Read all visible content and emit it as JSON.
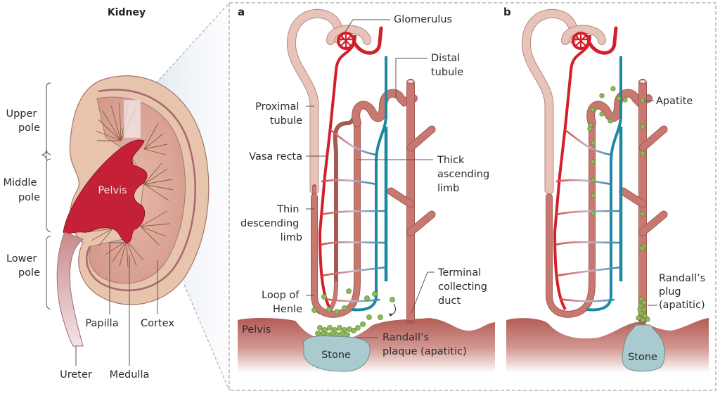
{
  "kidney": {
    "title": "Kidney",
    "regions": {
      "upper_pole": [
        "Upper",
        "pole"
      ],
      "middle_pole": [
        "Middle",
        "pole"
      ],
      "lower_pole": [
        "Lower",
        "pole"
      ]
    },
    "labels": {
      "pelvis": "Pelvis",
      "papilla": "Papilla",
      "cortex": "Cortex",
      "ureter": "Ureter",
      "medulla": "Medulla"
    }
  },
  "panel_a": {
    "letter": "a",
    "labels": {
      "glomerulus": "Glomerulus",
      "distal_tubule": [
        "Distal",
        "tubule"
      ],
      "proximal_tubule": [
        "Proximal",
        "tubule"
      ],
      "vasa_recta": "Vasa recta",
      "thick_ascending_limb": [
        "Thick",
        "ascending",
        "limb"
      ],
      "thin_descending_limb": [
        "Thin",
        "descending",
        "limb"
      ],
      "loop_of_henle": [
        "Loop of",
        "Henle"
      ],
      "terminal_collecting_duct": [
        "Terminal",
        "collecting",
        "duct"
      ],
      "pelvis": "Pelvis",
      "stone": "Stone",
      "randalls_plaque": [
        "Randall’s",
        "plaque (apatitic)"
      ]
    }
  },
  "panel_b": {
    "letter": "b",
    "labels": {
      "apatite": "Apatite",
      "randalls_plug": [
        "Randall’s",
        "plug",
        "(apatitic)"
      ],
      "stone": "Stone"
    }
  },
  "colors": {
    "tubule_pale": "#e8c3b9",
    "tubule": "#c8786f",
    "artery": "#d21f2a",
    "vein": "#1e88a0",
    "apatite": "#8dbb5a",
    "stone": "#a9cbcf",
    "pelvis_tissue": "#b9625c",
    "kidney_pelvis": "#c42138"
  }
}
